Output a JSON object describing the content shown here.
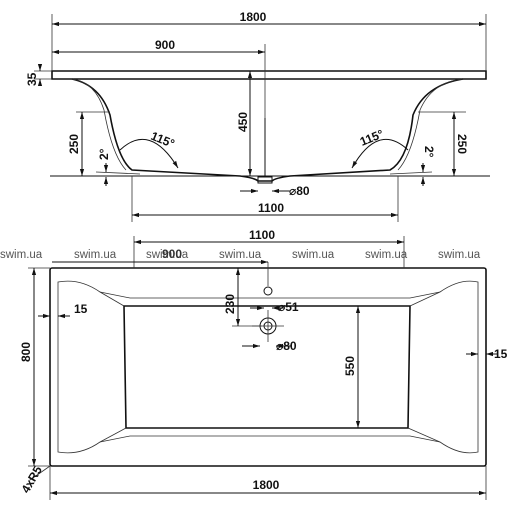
{
  "side_view": {
    "total_length": "1800",
    "half_length": "900",
    "rim_thickness": "35",
    "depth": "450",
    "wall_height_left": "250",
    "wall_height_right": "250",
    "angle_left": "115°",
    "angle_right": "115°",
    "slope_left": "2°",
    "slope_right": "2°",
    "drain_diameter": "⌀80",
    "bottom_length": "1100"
  },
  "top_view": {
    "bottom_length": "1100",
    "drain_offset": "900",
    "drain_distance": "230",
    "overflow_diameter": "⌀51",
    "drain_diameter": "⌀80",
    "total_width": "800",
    "bottom_width": "550",
    "rim_left": "15",
    "rim_right": "15",
    "corner_radius": "4xR5",
    "total_length": "1800"
  },
  "watermarks": [
    "swim.ua",
    "swim.ua",
    "swim.ua",
    "swim.ua",
    "swim.ua",
    "swim.ua",
    "swim.ua"
  ]
}
